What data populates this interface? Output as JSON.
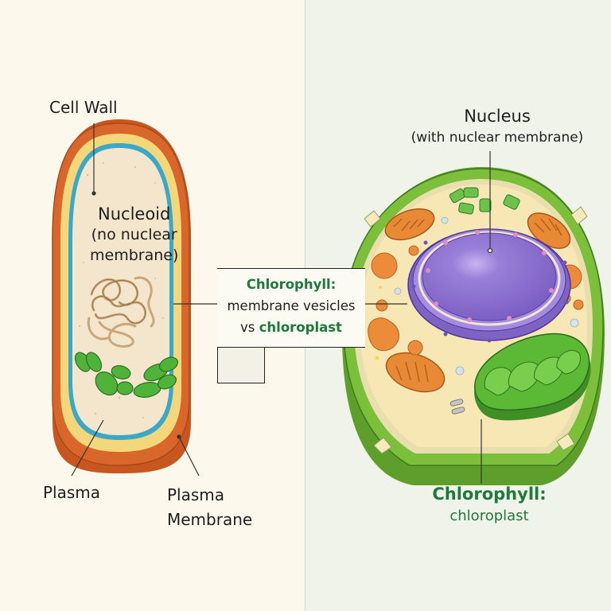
{
  "diagram": {
    "title": "Prokaryotic cell vs plant cell comparison",
    "left_panel": {
      "cell_type": "prokaryotic",
      "labels": {
        "cell_wall": "Cell Wall",
        "nucleoid": "Nucleoid",
        "nucleoid_sub": "(no nuclear membrane)",
        "nucleoid_sub_line1": "(no nuclear",
        "nucleoid_sub_line2": "membrane)",
        "plasma": "Plasma",
        "plasma_membrane_line1": "Plasma",
        "plasma_membrane_line2": "Membrane"
      }
    },
    "right_panel": {
      "cell_type": "plant",
      "labels": {
        "nucleus": "Nucleus",
        "nucleus_sub": "(with nuclear membrane)",
        "chlorophyll_title": "Chlorophyll:",
        "chlorophyll_sub": "chloroplast"
      }
    },
    "callout": {
      "title": "Chlorophyll:",
      "line2": "membrane vesicles",
      "line3_prefix": "vs ",
      "line3_highlight": "chloroplast"
    },
    "colors": {
      "left_background": "#fcf8ec",
      "right_background": "#f0f3ea",
      "cell_wall_orange": "#d9662a",
      "capsule_yellow": "#f3d77a",
      "membrane_blue": "#3aa9c9",
      "cytoplasm": "#f4e6cc",
      "plant_wall_green": "#7bbf3a",
      "plant_cytoplasm": "#f7e7b4",
      "nucleus_purple": "#8e6fcf",
      "mitochondria_orange": "#e88a35",
      "chloroplast_green": "#5cb936",
      "label_green": "#1f7a3a"
    }
  }
}
